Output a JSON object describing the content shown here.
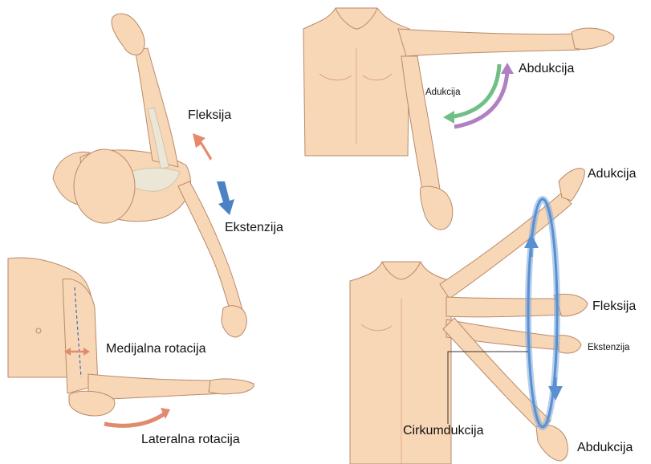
{
  "colors": {
    "skin": "#f8d7b7",
    "skin_shadow": "#ecb993",
    "outline": "#b98a6a",
    "bone": "#ece6d6",
    "flexion_arrow": "#e8876a",
    "extension_arrow": "#4a82c4",
    "adduction_arrow": "#6fbf86",
    "abduction_arrow": "#b07fc4",
    "rotation_arrow": "#e08a6e",
    "circumduction_ring": "#5a8fd0",
    "guide_line": "#3b6db3",
    "text": "#111111"
  },
  "labels": {
    "fleksija_top": "Fleksija",
    "ekstenzija_top": "Ekstenzija",
    "abdukcija_top": "Abdukcija",
    "adukcija_top": "Adukcija",
    "medijalna_rotacija": "Medijalna rotacija",
    "lateralna_rotacija": "Lateralna rotacija",
    "adukcija_circ": "Adukcija",
    "fleksija_circ": "Fleksija",
    "ekstenzija_circ": "Ekstenzija",
    "cirkumdukcija": "Cirkumdukcija",
    "abdukcija_circ": "Abdukcija"
  },
  "icons": {
    "flexion": "flexion-arrow-icon",
    "extension": "extension-arrow-icon",
    "adduction": "adduction-arrow-icon",
    "abduction": "abduction-arrow-icon",
    "medial_rotation": "medial-rotation-arrow-icon",
    "lateral_rotation": "lateral-rotation-arrow-icon",
    "circumduction": "circumduction-ring-icon"
  }
}
